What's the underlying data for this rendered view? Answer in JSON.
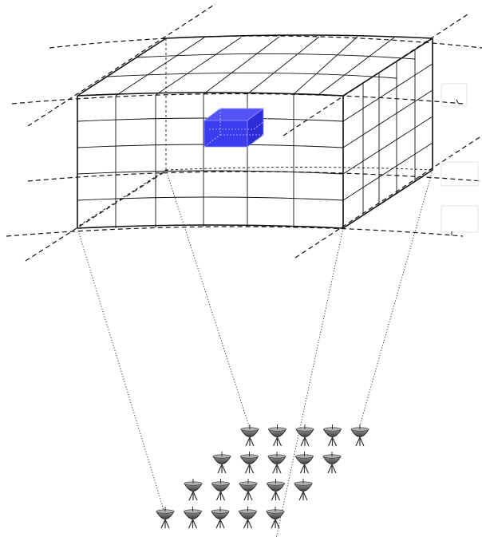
{
  "colors": {
    "voxel_fill": "#3b3bf0",
    "voxel_edge": "#8c8cff",
    "dish": "#6f6f6f",
    "dish_dark": "#333333",
    "lines": "#111111"
  },
  "icons": {
    "antenna": "radio-telescope-dish-icon"
  },
  "antenna_array": {
    "rows": [
      5,
      5,
      5,
      5
    ]
  }
}
